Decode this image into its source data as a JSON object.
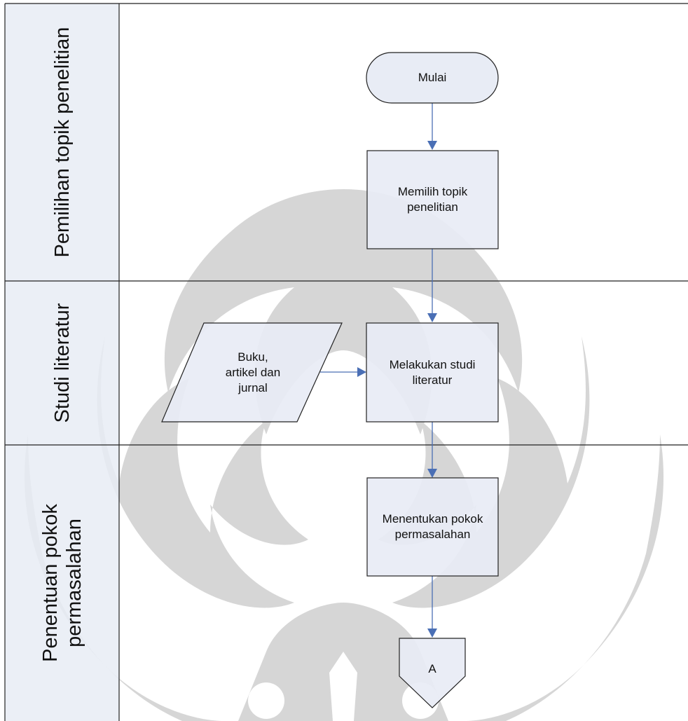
{
  "lanes": [
    {
      "title": "Pemilihan topik penelitian"
    },
    {
      "title": "Studi literatur"
    },
    {
      "title": "Penentuan pokok\npermasalahan"
    }
  ],
  "nodes": {
    "start": "Mulai",
    "choose_topic": "Memilih topik\npenelitian",
    "literature_source": "Buku,\nartikel dan\njurnal",
    "literature_study": "Melakukan studi\nliteratur",
    "define_problem": "Menentukan pokok\npermasalahan",
    "connector": "A"
  },
  "colors": {
    "lane_header": "#e8ecf5",
    "node_fill": "#e8ecf5",
    "node_stroke": "#222222",
    "arrow": "#4a6fb5",
    "watermark": "#c9c9c9"
  }
}
